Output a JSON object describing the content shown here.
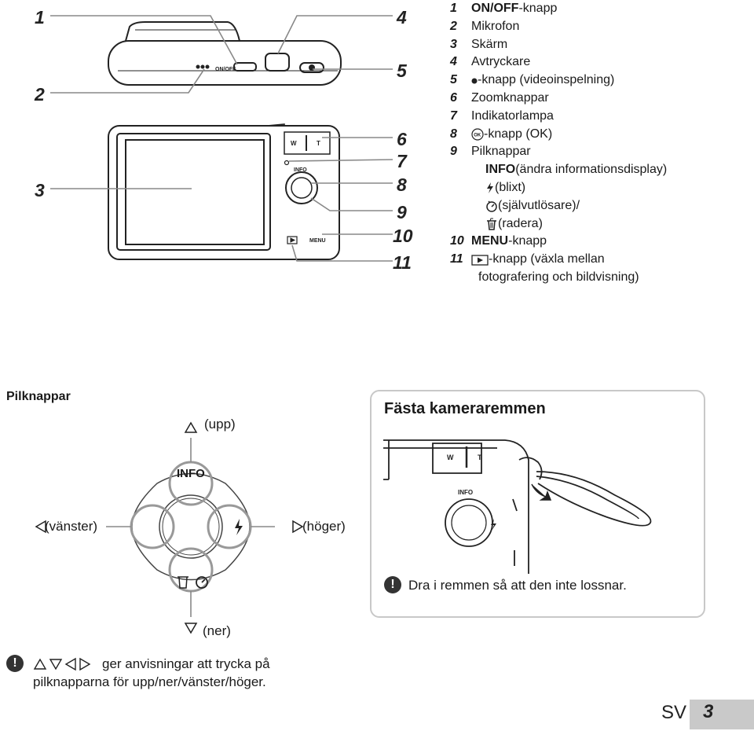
{
  "callouts": {
    "c1": "1",
    "c2": "2",
    "c3": "3",
    "c4": "4",
    "c5": "5",
    "c6": "6",
    "c7": "7",
    "c8": "8",
    "c9": "9",
    "c10": "10",
    "c11": "11"
  },
  "camera_labels": {
    "onoff": "ON/OFF",
    "w": "W",
    "t": "T",
    "info": "INFO",
    "menu": "MENU"
  },
  "legend": {
    "items": [
      {
        "num": "1",
        "bold": "ON/OFF",
        "text": "-knapp"
      },
      {
        "num": "2",
        "text": "Mikrofon"
      },
      {
        "num": "3",
        "text": "Skärm"
      },
      {
        "num": "4",
        "text": "Avtryckare"
      },
      {
        "num": "5",
        "text": "-knapp (videoinspelning)"
      },
      {
        "num": "6",
        "text": "Zoomknappar"
      },
      {
        "num": "7",
        "text": "Indikatorlampa"
      },
      {
        "num": "8",
        "text": "-knapp (OK)"
      },
      {
        "num": "9",
        "text": "Pilknappar"
      }
    ],
    "info_bold": "INFO",
    "info_text": " (ändra informationsdisplay)",
    "flash_text": " (blixt)",
    "self_timer_text": " (självutlösare)/",
    "erase_text": " (radera)",
    "item10_num": "10",
    "item10_bold": "MENU",
    "item10_text": "-knapp",
    "item11_num": "11",
    "item11_text": "-knapp (växla mellan",
    "item11_cont": "fotografering och bildvisning)"
  },
  "arrow_section": {
    "heading": "Pilknappar",
    "up": "(upp)",
    "down": "(ner)",
    "left": "(vänster)",
    "right": "(höger)",
    "info": "INFO",
    "note_line1": "ger anvisningar att trycka på",
    "note_line2": "pilknapparna för upp/ner/vänster/höger."
  },
  "strap_section": {
    "heading": "Fästa kameraremmen",
    "w": "W",
    "t": "T",
    "info": "INFO",
    "note": "Dra i remmen så att den inte lossnar."
  },
  "footer": {
    "lang": "SV",
    "page": "3"
  }
}
